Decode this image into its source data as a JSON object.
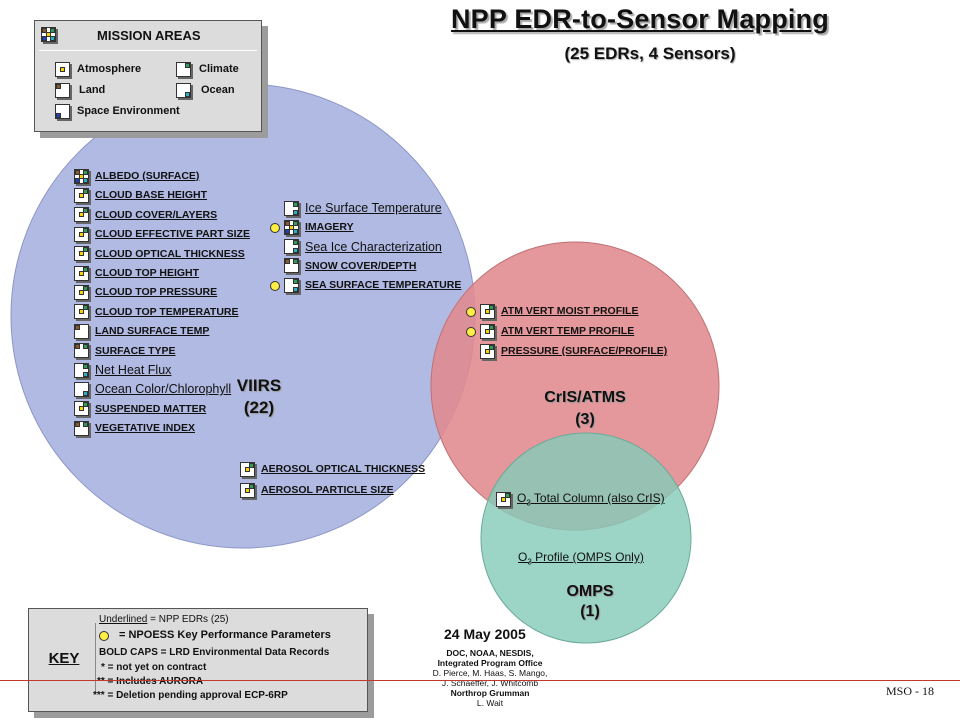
{
  "title": "NPP EDR-to-Sensor Mapping",
  "subtitle": "(25 EDRs, 4 Sensors)",
  "colors": {
    "viirs_circle": "#aab4e0",
    "cris_circle": "#e08a8e",
    "omps_circle": "#86ccb8",
    "atmosphere": "#f5d400",
    "climate": "#2e9e57",
    "land": "#8b5a2b",
    "ocean": "#2ab0c4",
    "space": "#1f3fbf",
    "kpp": "#ffee44"
  },
  "mission_areas": {
    "title": "MISSION AREAS",
    "items": {
      "atmosphere": "Atmosphere",
      "climate": "Climate",
      "land": "Land",
      "ocean": "Ocean",
      "space": "Space Environment"
    }
  },
  "viirs": {
    "name": "VIIRS",
    "count": "(22)",
    "left_edrs": [
      {
        "label": "ALBEDO (SURFACE)",
        "style": "caps",
        "icon": "multi-area-icon",
        "kpp": false
      },
      {
        "label": "CLOUD BASE HEIGHT",
        "style": "caps",
        "icon": "atmosphere-climate-icon",
        "kpp": false
      },
      {
        "label": "CLOUD COVER/LAYERS",
        "style": "caps",
        "icon": "atmosphere-climate-icon",
        "kpp": false
      },
      {
        "label": "CLOUD EFFECTIVE PART SIZE",
        "style": "caps",
        "icon": "atmosphere-climate-icon",
        "kpp": false
      },
      {
        "label": "CLOUD OPTICAL THICKNESS",
        "style": "caps",
        "icon": "atmosphere-climate-icon",
        "kpp": false
      },
      {
        "label": "CLOUD TOP HEIGHT",
        "style": "caps",
        "icon": "atmosphere-climate-icon",
        "kpp": false
      },
      {
        "label": "CLOUD TOP PRESSURE",
        "style": "caps",
        "icon": "atmosphere-climate-icon",
        "kpp": false
      },
      {
        "label": "CLOUD TOP TEMPERATURE",
        "style": "caps",
        "icon": "atmosphere-climate-icon",
        "kpp": false
      },
      {
        "label": "LAND SURFACE TEMP",
        "style": "caps",
        "icon": "land-icon",
        "kpp": false
      },
      {
        "label": "SURFACE TYPE",
        "style": "caps",
        "icon": "land-climate-icon",
        "kpp": false
      },
      {
        "label": "Net Heat Flux",
        "style": "mixed",
        "icon": "ocean-climate-icon",
        "kpp": false
      },
      {
        "label": "Ocean Color/Chlorophyll",
        "style": "mixed",
        "icon": "ocean-icon",
        "kpp": false
      },
      {
        "label": "SUSPENDED MATTER",
        "style": "caps",
        "icon": "atmosphere-climate-icon",
        "kpp": false
      },
      {
        "label": "VEGETATIVE INDEX",
        "style": "caps",
        "icon": "land-climate-icon",
        "kpp": false
      }
    ],
    "right_edrs": [
      {
        "label": "Ice Surface Temperature",
        "style": "mixed",
        "icon": "ocean-climate-icon",
        "kpp": false
      },
      {
        "label": "IMAGERY",
        "style": "caps",
        "icon": "multi-area-icon",
        "kpp": true
      },
      {
        "label": "Sea Ice Characterization",
        "style": "mixed",
        "icon": "ocean-climate-icon",
        "kpp": false
      },
      {
        "label": "SNOW COVER/DEPTH",
        "style": "caps",
        "icon": "land-climate-icon",
        "kpp": false
      },
      {
        "label": "SEA SURFACE TEMPERATURE",
        "style": "caps",
        "icon": "ocean-climate-icon",
        "kpp": true
      }
    ],
    "aerosol_edrs": [
      {
        "label": "AEROSOL OPTICAL THICKNESS",
        "style": "caps",
        "icon": "atmosphere-climate-icon",
        "kpp": false
      },
      {
        "label": "AEROSOL PARTICLE SIZE",
        "style": "caps",
        "icon": "atmosphere-climate-icon",
        "kpp": false
      }
    ]
  },
  "cris_atms": {
    "name": "CrIS/ATMS",
    "count": "(3)",
    "edrs": [
      {
        "label": "ATM VERT MOIST PROFILE",
        "style": "caps",
        "icon": "atmosphere-climate-icon",
        "kpp": true
      },
      {
        "label": "ATM VERT TEMP PROFILE",
        "style": "caps",
        "icon": "atmosphere-climate-icon",
        "kpp": true
      },
      {
        "label": "PRESSURE (SURFACE/PROFILE)",
        "style": "caps",
        "icon": "atmosphere-climate-icon",
        "kpp": false
      }
    ]
  },
  "ozone": {
    "total_column": {
      "pre": "O",
      "sub": "3",
      "post": " Total Column (also CrIS)"
    },
    "profile": {
      "pre": "O",
      "sub": "3",
      "post": " Profile (OMPS Only)"
    }
  },
  "omps": {
    "name": "OMPS",
    "count": "(1)"
  },
  "key": {
    "label": "KEY",
    "lines": [
      {
        "u": "Underlined",
        "t": " = NPP EDRs (25)"
      },
      {
        "u": "",
        "t": "= NPOESS Key Performance Parameters"
      },
      {
        "u": "",
        "t": "BOLD CAPS = LRD Environmental Data Records"
      },
      {
        "u": "",
        "t": "* = not yet on contract"
      },
      {
        "u": "",
        "t": "** = Includes AURORA"
      },
      {
        "u": "",
        "t": "*** = Deletion pending approval ECP-6RP"
      }
    ]
  },
  "date": "24 May 2005",
  "credits": [
    {
      "text": "DOC, NOAA, NESDIS,",
      "bold": true
    },
    {
      "text": "Integrated Program Office",
      "bold": true
    },
    {
      "text": "D. Pierce, M. Haas, S. Mango,",
      "bold": false
    },
    {
      "text": "J. Schaeffer, J. Whitcomb",
      "bold": false
    },
    {
      "text": "Northrop Grumman",
      "bold": true
    },
    {
      "text": "L. Wait",
      "bold": false
    }
  ],
  "slide_number": "MSO - 18"
}
